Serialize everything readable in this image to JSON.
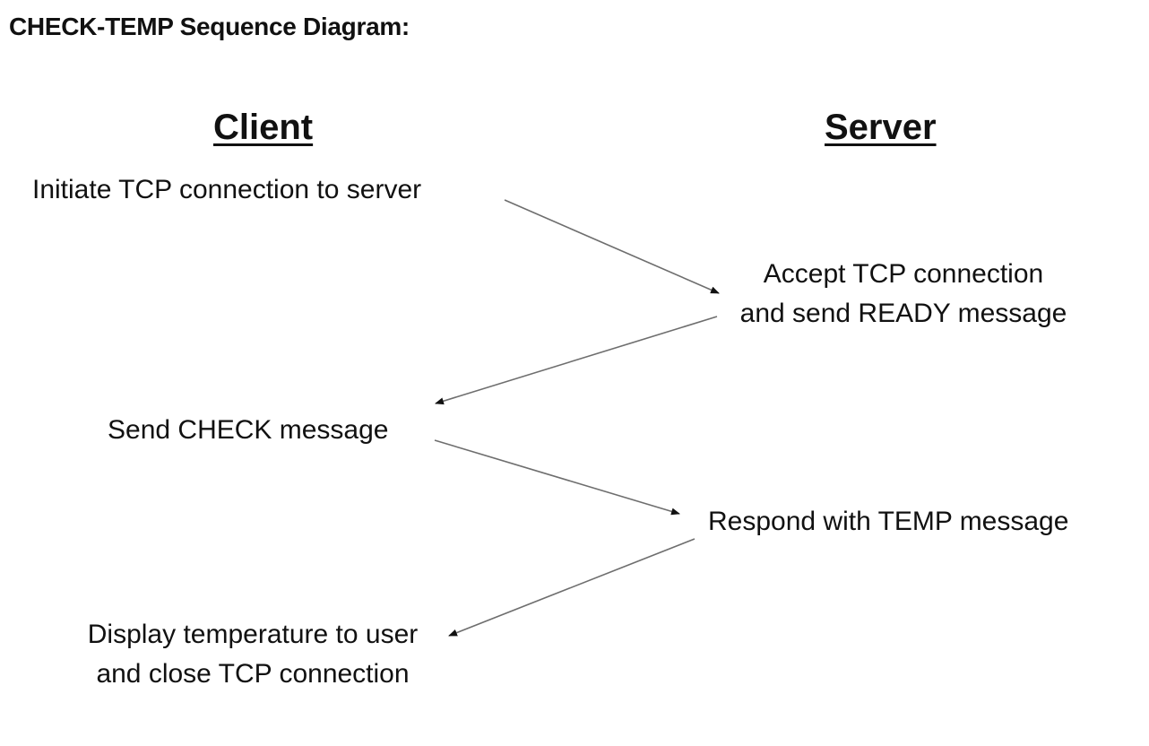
{
  "title": "CHECK-TEMP Sequence Diagram:",
  "lanes": {
    "client": "Client",
    "server": "Server"
  },
  "steps": [
    {
      "lane": "client",
      "lines": [
        "Initiate TCP connection to server"
      ]
    },
    {
      "lane": "server",
      "lines": [
        "Accept TCP connection",
        "and send READY message"
      ]
    },
    {
      "lane": "client",
      "lines": [
        "Send CHECK message"
      ]
    },
    {
      "lane": "server",
      "lines": [
        "Respond with TEMP message"
      ]
    },
    {
      "lane": "client",
      "lines": [
        "Display temperature to user",
        "and close TCP connection"
      ]
    }
  ],
  "messages": [
    {
      "from": 0,
      "to": 1
    },
    {
      "from": 1,
      "to": 2
    },
    {
      "from": 2,
      "to": 3
    },
    {
      "from": 3,
      "to": 4
    }
  ],
  "colors": {
    "text": "#111111",
    "arrow": "#6e6e6e",
    "background": "#ffffff"
  }
}
